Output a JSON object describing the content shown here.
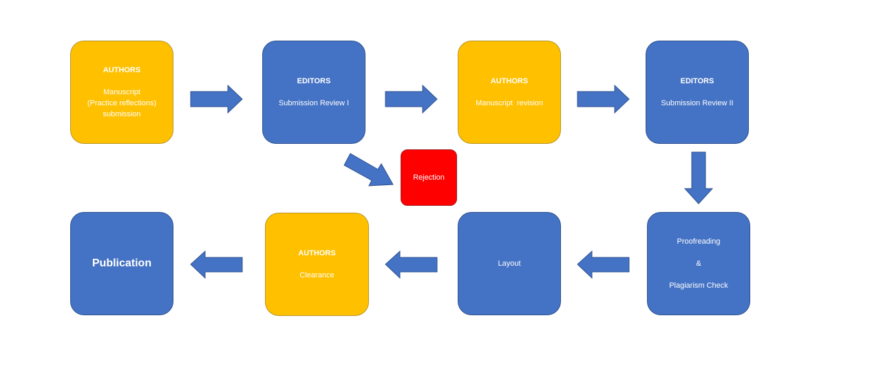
{
  "nodes": {
    "authors_submission": {
      "role": "AUTHORS",
      "text": "Manuscript\n(Practice reflections)\nsubmission"
    },
    "editors_review_1": {
      "role": "EDITORS",
      "text": "Submission Review I"
    },
    "authors_revision": {
      "role": "AUTHORS",
      "text": "Manuscript  revision"
    },
    "editors_review_2": {
      "role": "EDITORS",
      "text": "Submission Review II"
    },
    "rejection": {
      "text": "Rejection"
    },
    "proofreading": {
      "line1": "Proofreading",
      "line2": "&",
      "line3": "Plagiarism Check"
    },
    "layout": {
      "text": "Layout"
    },
    "authors_clearance": {
      "role": "AUTHORS",
      "text": "Clearance"
    },
    "publication": {
      "text": "Publication"
    }
  },
  "colors": {
    "authors": "#ffc000",
    "editors": "#4472c4",
    "rejection": "#ff0000",
    "arrow": "#4472c4"
  }
}
